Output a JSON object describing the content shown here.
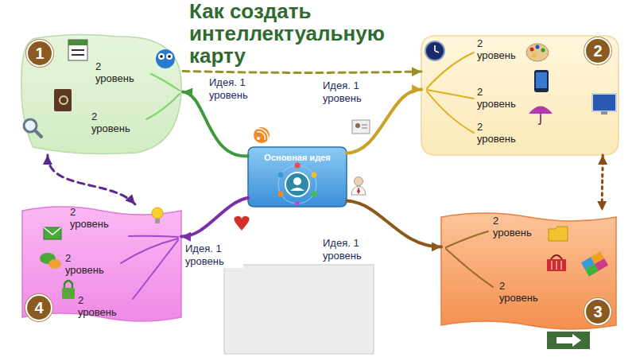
{
  "diagram": {
    "title": "Как создать интеллектуальную карту",
    "nodes": [
      {
        "text": [
          "1",
          "2 уровень",
          "2 уровень"
        ]
      },
      {
        "text": [
          "2",
          "2 уровень",
          "2 уровень",
          "2 уровень"
        ]
      },
      {
        "text": [
          "Основная идея"
        ]
      },
      {
        "text": [
          "4",
          "2 уровень",
          "2 уровень",
          "2 уровень"
        ]
      },
      {
        "text": [
          "3",
          "2 уровень",
          "2 уровень"
        ]
      }
    ],
    "edges": [
      {
        "from": 2,
        "to": 0,
        "arrow": "to",
        "label": "Идея. 1 уровень"
      },
      {
        "from": 2,
        "to": 1,
        "arrow": "to",
        "label": "Идея. 1 уровень"
      },
      {
        "from": 2,
        "to": 3,
        "arrow": "to",
        "label": "Идея. 1 уровень"
      },
      {
        "from": 2,
        "to": 4,
        "arrow": "to",
        "label": "Идея. 1 уровень"
      },
      {
        "from": 0,
        "to": 1,
        "arrow": "to"
      },
      {
        "from": 0,
        "to": 3,
        "arrow": "both"
      },
      {
        "from": 1,
        "to": 4,
        "arrow": "both"
      }
    ]
  }
}
